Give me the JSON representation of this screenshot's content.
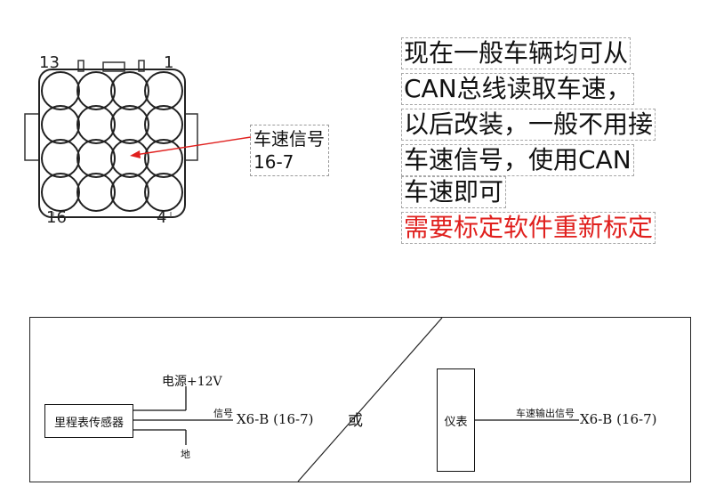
{
  "connector": {
    "pin_top_left": "13",
    "pin_top_right": "1",
    "pin_bottom_left": "16",
    "pin_bottom_right": "4",
    "callout_title": "车速信号",
    "callout_pin": "16-7",
    "arrow_color": "#e0201e"
  },
  "note": {
    "lines": [
      "现在一般车辆均可从",
      "CAN总线读取车速，",
      "以后改装，一般不用接",
      "车速信号，使用CAN",
      "车速即可"
    ],
    "warning": "需要标定软件重新标定",
    "warning_color": "#e0201e"
  },
  "wiring": {
    "sensor_label": "里程表传感器",
    "power_label": "电源+12V",
    "ground_label": "地",
    "signal_label": "信号",
    "left_terminal": "X6-B (16-7)",
    "or_label": "或",
    "instrument_label": "仪表",
    "speed_output_label": "车速输出信号",
    "right_terminal": "X6-B (16-7)"
  }
}
